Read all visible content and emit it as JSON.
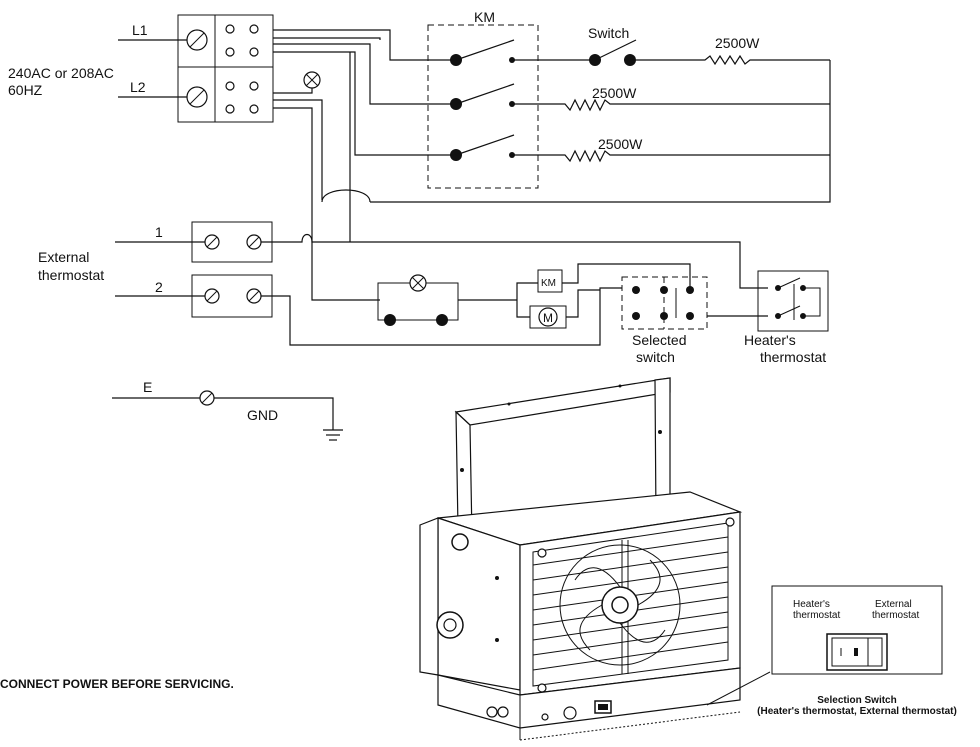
{
  "labels": {
    "l1": "L1",
    "l2": "L2",
    "supply_line1": "240AC or 208AC",
    "supply_line2": "60HZ",
    "km": "KM",
    "switch": "Switch",
    "heater1": "2500W",
    "heater2": "2500W",
    "heater3": "2500W",
    "ext_line1": "External",
    "ext_line2": "thermostat",
    "term1": "1",
    "term2": "2",
    "km_coil": "KM",
    "motor": "M",
    "selected_line1": "Selected",
    "selected_line2": "switch",
    "heaters_line1": "Heater's",
    "heaters_line2": "thermostat",
    "earth": "E",
    "gnd": "GND"
  },
  "callout": {
    "heaters_line1": "Heater's",
    "heaters_line2": "thermostat",
    "external_line1": "External",
    "external_line2": "thermostat",
    "caption_line1": "Selection Switch",
    "caption_line2": "(Heater's thermostat, External thermostat)"
  },
  "warning": "CONNECT POWER BEFORE SERVICING."
}
